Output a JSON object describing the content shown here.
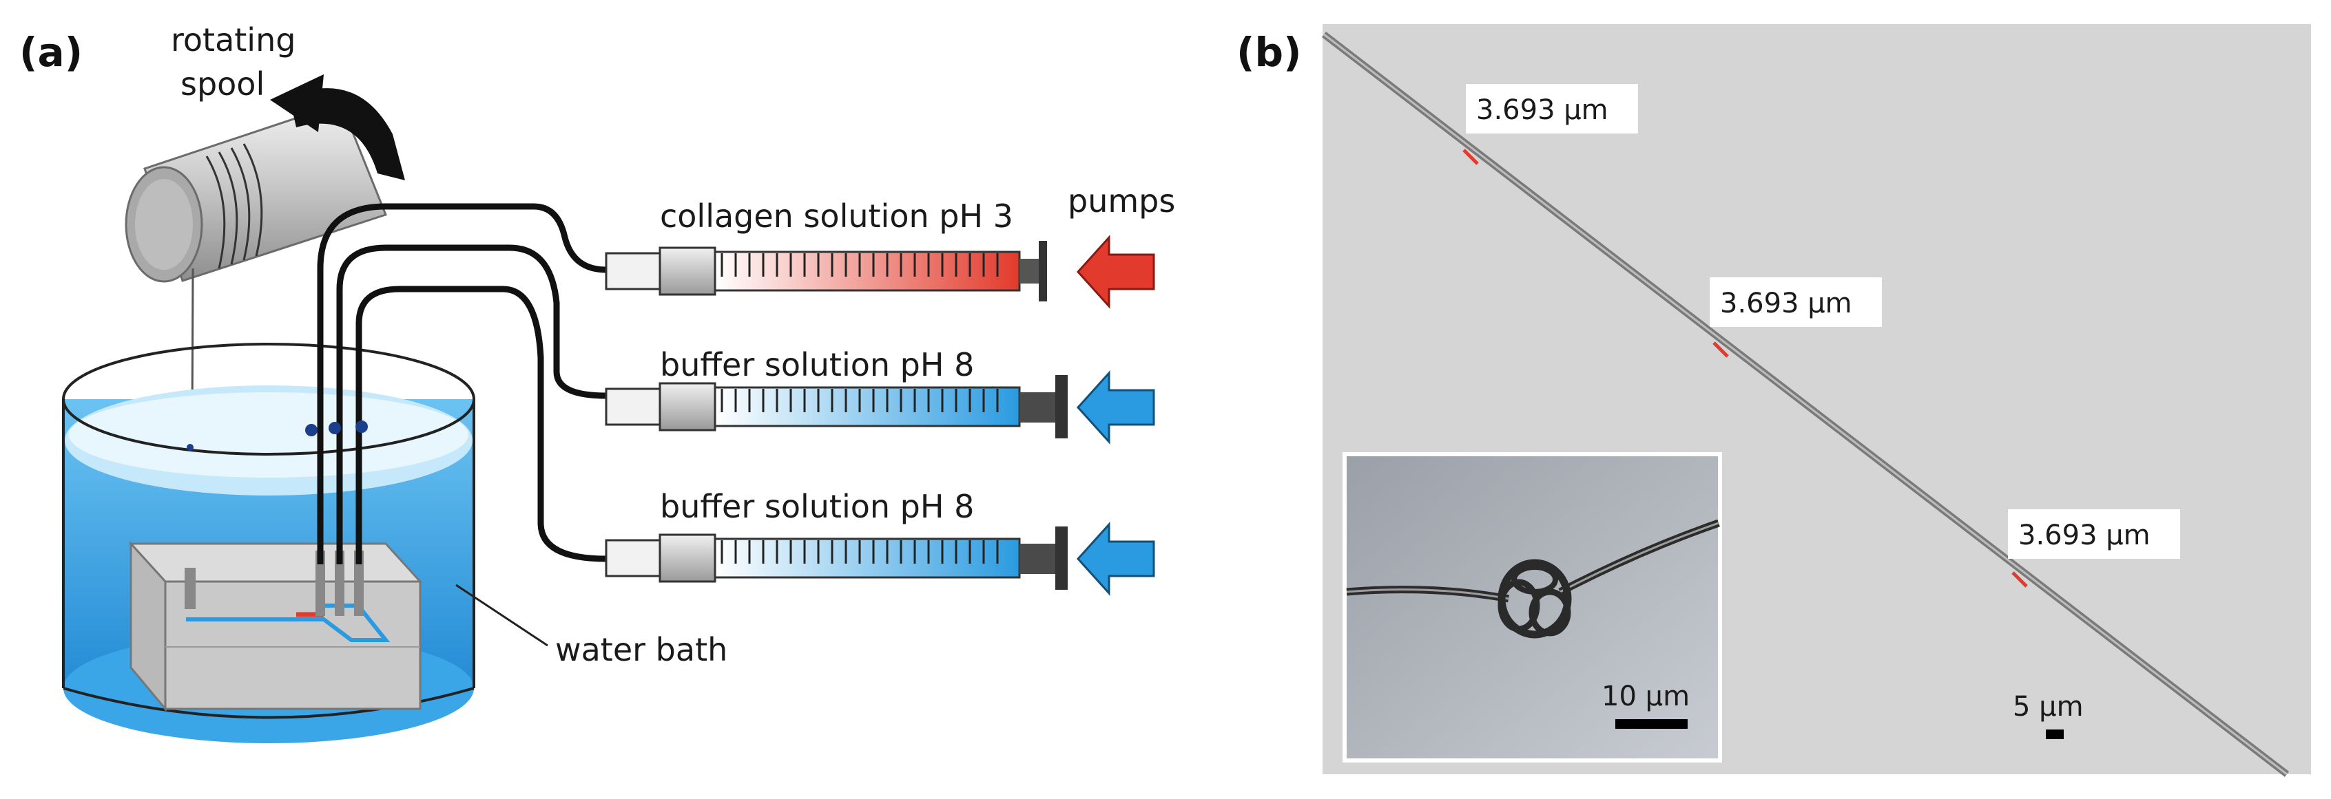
{
  "panel_a": {
    "label": "(a)",
    "spool_label_line1": "rotating",
    "spool_label_line2": "spool",
    "pumps_label": "pumps",
    "syringe_top_label": "collagen solution pH 3",
    "syringe_mid_label": "buffer solution pH 8",
    "syringe_bot_label": "buffer solution pH 8",
    "water_bath_label": "water bath"
  },
  "panel_b": {
    "label": "(b)",
    "measurement_1": "3.693 µm",
    "measurement_2": "3.693 µm",
    "measurement_3": "3.693 µm",
    "scale_main": "5 µm",
    "scale_inset": "10 µm"
  },
  "colors": {
    "collagen_red": "#e23a2c",
    "buffer_blue": "#2a9be0",
    "water_blue": "#3aa6e8",
    "micrograph_gray": "#d5d5d5"
  }
}
